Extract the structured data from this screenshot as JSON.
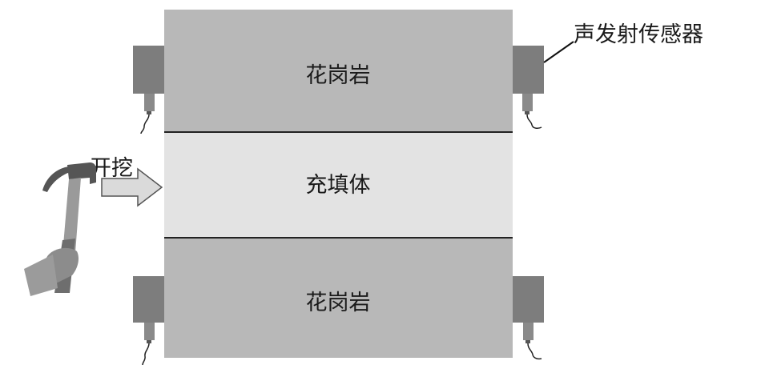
{
  "layers": {
    "top_label": "花岗岩",
    "middle_label": "充填体",
    "bottom_label": "花岗岩"
  },
  "annotations": {
    "sensor_label": "声发射传感器",
    "excavation_label": "开挖"
  },
  "colors": {
    "granite": "#b8b8b8",
    "backfill": "#e3e3e3",
    "sensor_body": "#7d7d7d",
    "sensor_tip": "#8a8a8a",
    "outline": "#222222",
    "arrow_fill": "#dadada",
    "hammer_head": "#555555",
    "hammer_handle": "#9a9a9a",
    "hand": "#8c8c8c"
  },
  "icons": {
    "sensor": "acoustic-sensor-icon",
    "hammer": "hammer-icon",
    "arrow": "arrow-right-icon"
  }
}
